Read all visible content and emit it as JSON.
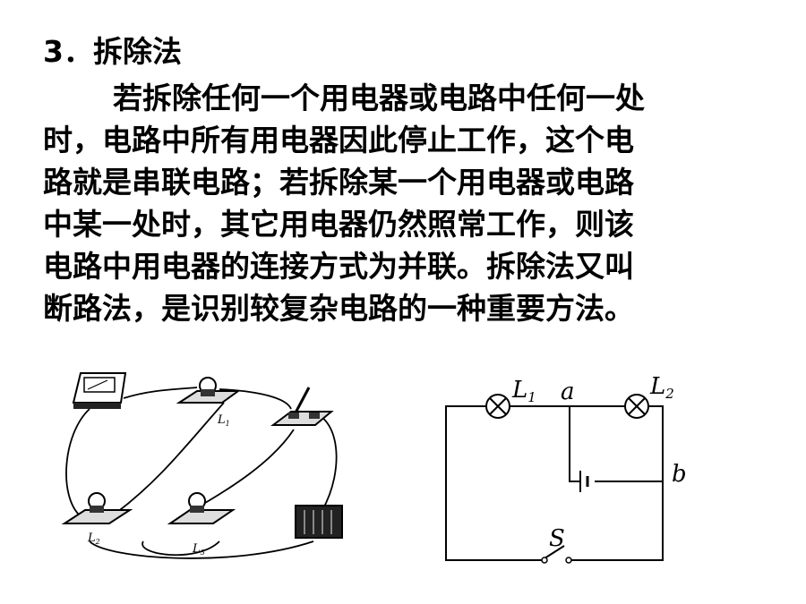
{
  "heading": "3．拆除法",
  "paragraph_lines": [
    "若拆除任何一个用电器或电路中任何一处",
    "时，电路中所有用电器因此停止工作，这个电",
    "路就是串联电路；若拆除某一个用电器或电路",
    "中某一处时，其它用电器仍然照常工作，则该",
    "电路中用电器的连接方式为并联。拆除法又叫",
    "断路法，是识别较复杂电路的一种重要方法。"
  ],
  "left_figure": {
    "labels": {
      "l1": "L",
      "l1_sub": "1",
      "l2": "L",
      "l2_sub": "2",
      "l3": "L",
      "l3_sub": "3"
    }
  },
  "right_figure": {
    "labels": {
      "l1": "L",
      "l1_sub": "1",
      "a": "a",
      "l2": "L",
      "l2_sub": "2",
      "b": "b",
      "s": "S"
    }
  }
}
